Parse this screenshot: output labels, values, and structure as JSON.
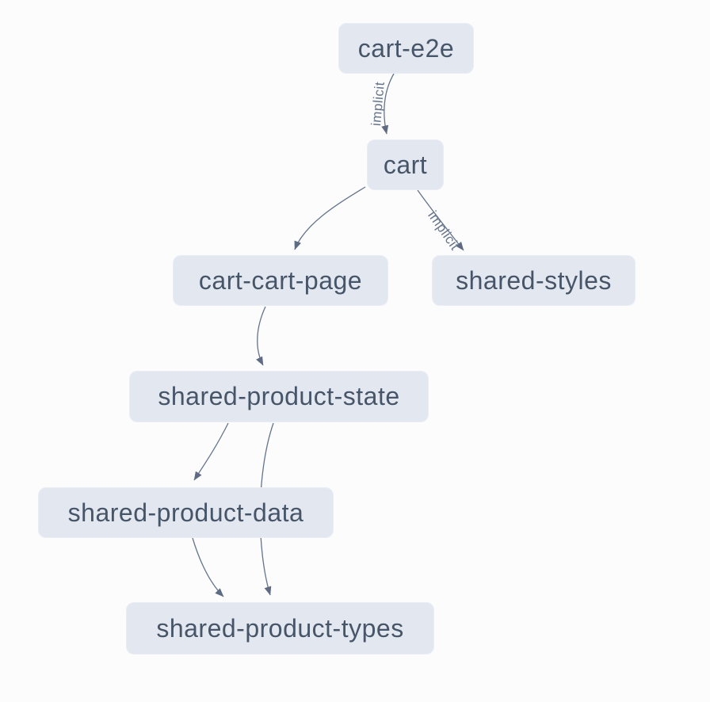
{
  "graph": {
    "kind": "project-dependency-graph",
    "colors": {
      "background": "#fcfcfd",
      "node_fill": "#e3e8f0",
      "node_text": "#475569",
      "edge_stroke": "#64748b",
      "arrow_fill": "#5f6b82",
      "edge_label_text": "#64748b"
    },
    "nodes": [
      {
        "id": "cart-e2e",
        "label": "cart-e2e"
      },
      {
        "id": "cart",
        "label": "cart"
      },
      {
        "id": "cart-cart-page",
        "label": "cart-cart-page"
      },
      {
        "id": "shared-styles",
        "label": "shared-styles"
      },
      {
        "id": "shared-product-state",
        "label": "shared-product-state"
      },
      {
        "id": "shared-product-data",
        "label": "shared-product-data"
      },
      {
        "id": "shared-product-types",
        "label": "shared-product-types"
      }
    ],
    "edges": [
      {
        "from": "cart-e2e",
        "to": "cart",
        "label": "implicit"
      },
      {
        "from": "cart",
        "to": "cart-cart-page",
        "label": ""
      },
      {
        "from": "cart",
        "to": "shared-styles",
        "label": "implicit"
      },
      {
        "from": "cart-cart-page",
        "to": "shared-product-state",
        "label": ""
      },
      {
        "from": "shared-product-state",
        "to": "shared-product-data",
        "label": ""
      },
      {
        "from": "shared-product-state",
        "to": "shared-product-types",
        "label": ""
      },
      {
        "from": "shared-product-data",
        "to": "shared-product-types",
        "label": ""
      }
    ]
  }
}
